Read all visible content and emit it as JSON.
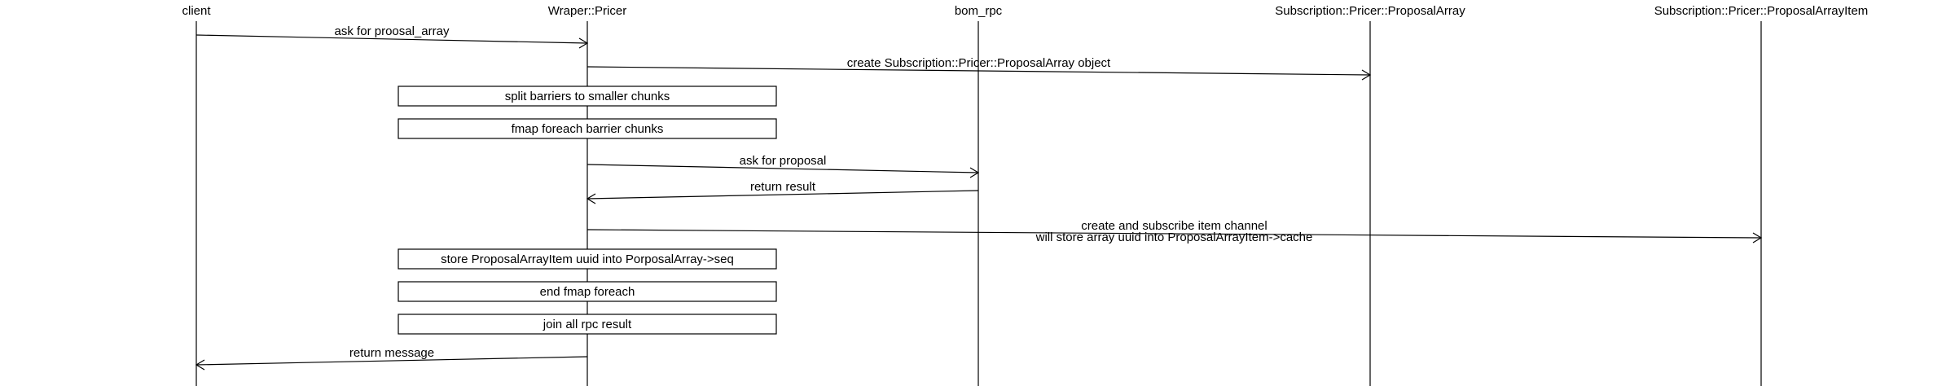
{
  "participants": [
    {
      "id": "client",
      "label": "client"
    },
    {
      "id": "pricer",
      "label": "Wraper::Pricer"
    },
    {
      "id": "rpc",
      "label": "bom_rpc"
    },
    {
      "id": "array",
      "label": "Subscription::Pricer::ProposalArray"
    },
    {
      "id": "item",
      "label": "Subscription::Pricer::ProposalArrayItem"
    }
  ],
  "steps": [
    {
      "kind": "message",
      "from": "client",
      "to": "pricer",
      "label": "ask for proosal_array"
    },
    {
      "kind": "message",
      "from": "pricer",
      "to": "array",
      "label": "create Subscription::Pricer::ProposalArray object"
    },
    {
      "kind": "note",
      "label": "split barriers to smaller chunks"
    },
    {
      "kind": "note",
      "label": "fmap foreach barrier chunks"
    },
    {
      "kind": "message",
      "from": "pricer",
      "to": "rpc",
      "label": "ask for proposal"
    },
    {
      "kind": "message",
      "from": "rpc",
      "to": "pricer",
      "label": "return result"
    },
    {
      "kind": "message",
      "from": "pricer",
      "to": "item",
      "label": "create and subscribe item channel",
      "sublabel": "will store array uuid into ProposalArrayItem->cache"
    },
    {
      "kind": "note",
      "label": "store ProposalArrayItem uuid into PorposalArray->seq"
    },
    {
      "kind": "note",
      "label": "end fmap foreach"
    },
    {
      "kind": "note",
      "label": "join all rpc result"
    },
    {
      "kind": "message",
      "from": "pricer",
      "to": "client",
      "label": "return message"
    }
  ]
}
